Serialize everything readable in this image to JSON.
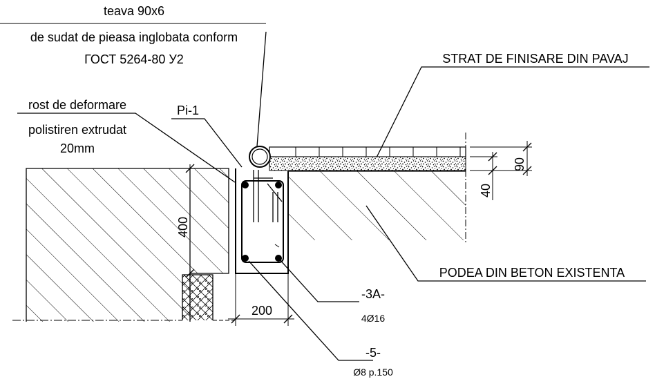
{
  "labels": {
    "pipe_title": "teava 90x6",
    "pipe_line2": "de sudat de pieasa inglobata conform",
    "pipe_line3": "ГОСТ 5264-80 У2",
    "joint_line1": "rost de deformare",
    "joint_line2": "polistiren extrudat",
    "joint_line3": "20mm",
    "beam_mark": "Pi-1",
    "finish_layer": "STRAT DE FINISARE DIN PAVAJ",
    "existing_floor": "PODEA DIN BETON EXISTENTA",
    "rebar_main_mark": "-3A-",
    "rebar_main_spec": "4Ø16",
    "stirrup_mark": "-5-",
    "stirrup_spec": "Ø8 p.150"
  },
  "dimensions": {
    "height": "400",
    "width": "200",
    "finish_total": "90",
    "finish_layer": "40"
  }
}
